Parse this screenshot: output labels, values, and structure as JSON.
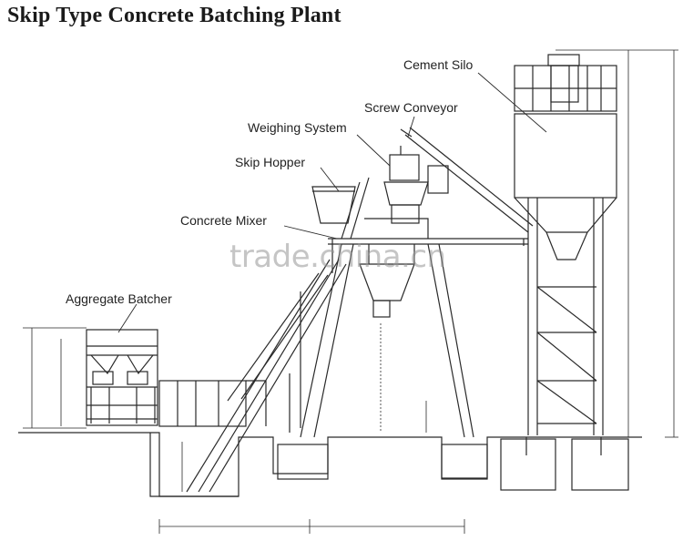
{
  "title": "Skip Type Concrete Batching Plant",
  "labels": {
    "cement_silo": "Cement Silo",
    "screw_conveyor": "Screw Conveyor",
    "weighing_system": "Weighing System",
    "skip_hopper": "Skip Hopper",
    "concrete_mixer": "Concrete Mixer",
    "aggregate_batcher": "Aggregate Batcher"
  },
  "watermark": "trade.china.cn"
}
